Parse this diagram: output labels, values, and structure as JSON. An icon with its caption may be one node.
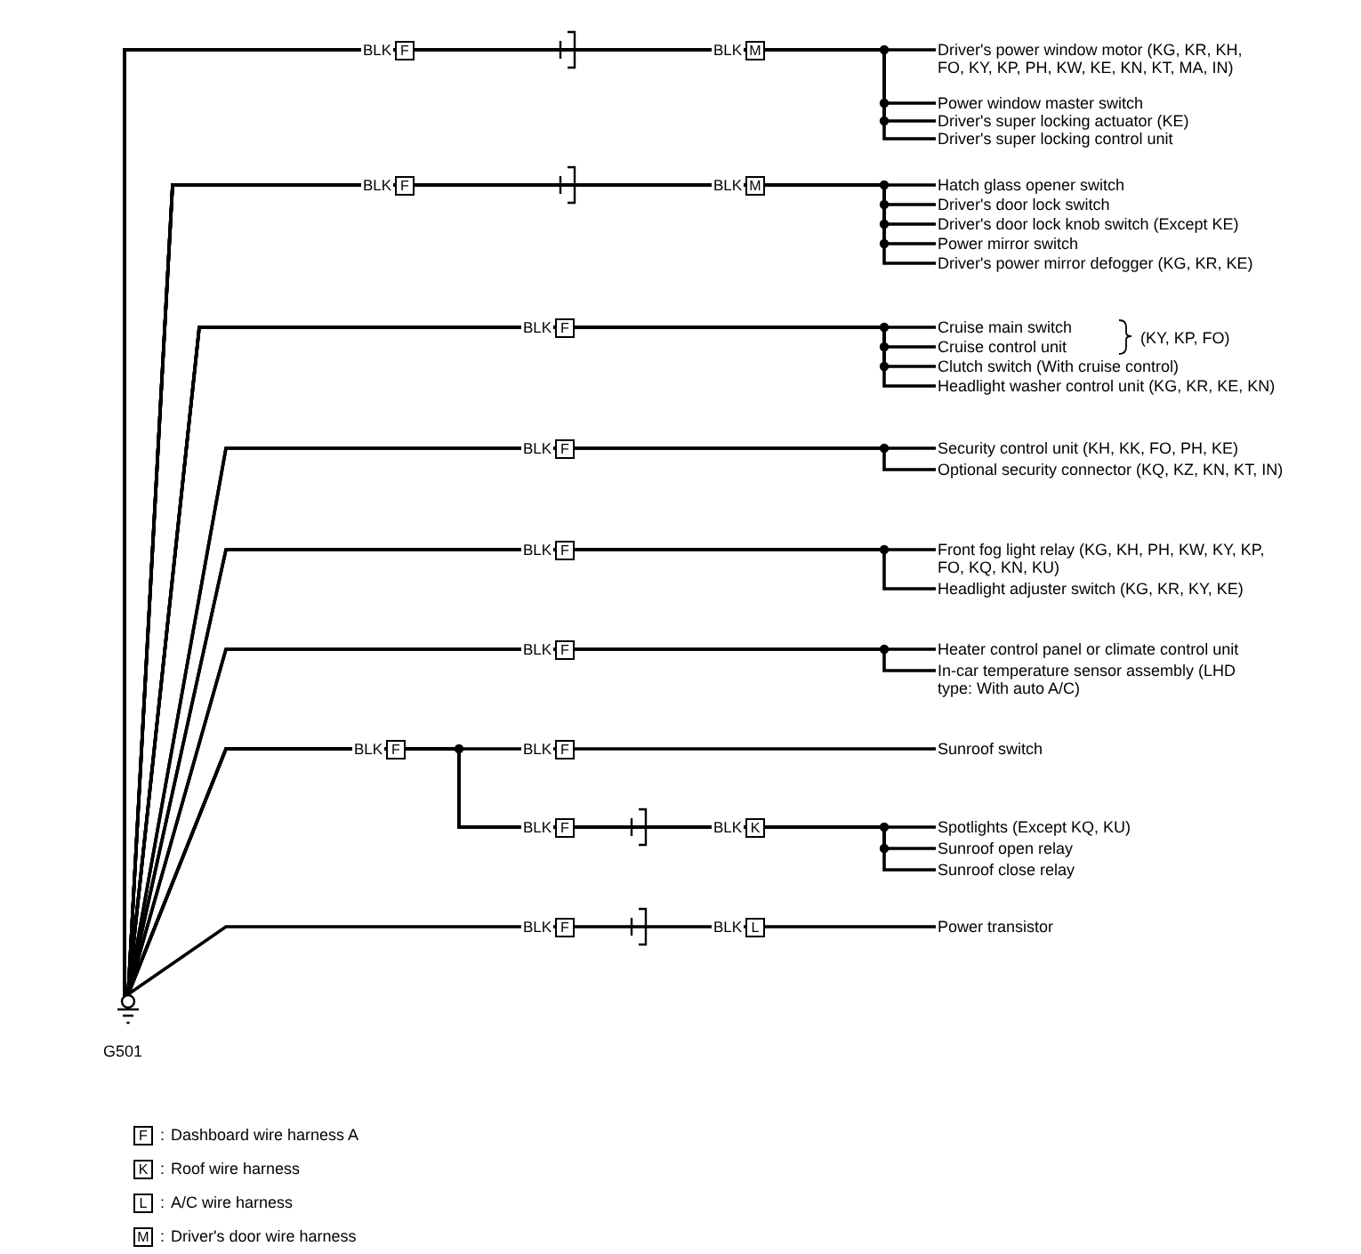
{
  "diagram": {
    "nodes": [
      {
        "text": [
          "Driver's power window motor (KG, KR, KH, FO, KY, KP, PH, KW, KE, KN, KT, MA, IN)"
        ]
      },
      {
        "text": [
          "Power window master switch"
        ]
      },
      {
        "text": [
          "Driver's super locking actuator (KE)"
        ]
      },
      {
        "text": [
          "Driver's super locking control unit"
        ]
      },
      {
        "text": [
          "Hatch glass opener switch"
        ]
      },
      {
        "text": [
          "Driver's door lock switch"
        ]
      },
      {
        "text": [
          "Driver's door lock knob switch (Except KE)"
        ]
      },
      {
        "text": [
          "Power mirror switch"
        ]
      },
      {
        "text": [
          "Driver's power mirror defogger (KG, KR, KE)"
        ]
      },
      {
        "text": [
          "Cruise main switch"
        ]
      },
      {
        "text": [
          "Cruise control unit"
        ]
      },
      {
        "text": [
          "Clutch switch (With cruise control)"
        ]
      },
      {
        "text": [
          "Headlight washer control unit (KG, KR, KE, KN)"
        ]
      },
      {
        "text": [
          "Security control unit (KH, KK, FO, PH, KE)"
        ]
      },
      {
        "text": [
          "Optional security connector (KQ, KZ, KN, KT, IN)"
        ]
      },
      {
        "text": [
          "Front fog light relay (KG, KH, PH, KW, KY, KP, FO, KQ, KN, KU)"
        ]
      },
      {
        "text": [
          "Headlight adjuster switch (KG, KR, KY, KE)"
        ]
      },
      {
        "text": [
          "Heater control panel or climate control unit"
        ]
      },
      {
        "text": [
          "In-car temperature sensor assembly (LHD type: With auto A/C)"
        ]
      },
      {
        "text": [
          "Sunroof switch"
        ]
      },
      {
        "text": [
          "Spotlights (Except KQ, KU)"
        ]
      },
      {
        "text": [
          "Sunroof open relay"
        ]
      },
      {
        "text": [
          "Sunroof close relay"
        ]
      },
      {
        "text": [
          "Power transistor"
        ]
      },
      {
        "text": [
          "G501"
        ]
      }
    ],
    "edges": [
      {
        "from": 24,
        "to": 0,
        "arrow": "none"
      },
      {
        "from": 24,
        "to": 1,
        "arrow": "none"
      },
      {
        "from": 24,
        "to": 2,
        "arrow": "none"
      },
      {
        "from": 24,
        "to": 3,
        "arrow": "none"
      },
      {
        "from": 24,
        "to": 4,
        "arrow": "none"
      },
      {
        "from": 24,
        "to": 5,
        "arrow": "none"
      },
      {
        "from": 24,
        "to": 6,
        "arrow": "none"
      },
      {
        "from": 24,
        "to": 7,
        "arrow": "none"
      },
      {
        "from": 24,
        "to": 8,
        "arrow": "none"
      },
      {
        "from": 24,
        "to": 9,
        "arrow": "none"
      },
      {
        "from": 24,
        "to": 10,
        "arrow": "none"
      },
      {
        "from": 24,
        "to": 11,
        "arrow": "none"
      },
      {
        "from": 24,
        "to": 12,
        "arrow": "none"
      },
      {
        "from": 24,
        "to": 13,
        "arrow": "none"
      },
      {
        "from": 24,
        "to": 14,
        "arrow": "none"
      },
      {
        "from": 24,
        "to": 15,
        "arrow": "none"
      },
      {
        "from": 24,
        "to": 16,
        "arrow": "none"
      },
      {
        "from": 24,
        "to": 17,
        "arrow": "none"
      },
      {
        "from": 24,
        "to": 18,
        "arrow": "none"
      },
      {
        "from": 24,
        "to": 19,
        "arrow": "none"
      },
      {
        "from": 24,
        "to": 20,
        "arrow": "none"
      },
      {
        "from": 24,
        "to": 21,
        "arrow": "none"
      },
      {
        "from": 24,
        "to": 22,
        "arrow": "none"
      },
      {
        "from": 24,
        "to": 23,
        "arrow": "none"
      }
    ],
    "labels": [
      "BLK",
      "F",
      "BLK",
      "M",
      "BLK",
      "F",
      "BLK",
      "M",
      "BLK",
      "F",
      "(KY, KP, FO)",
      "BLK",
      "F",
      "BLK",
      "F",
      "BLK",
      "F",
      "BLK",
      "F",
      "BLK",
      "F",
      "BLK",
      "F",
      "BLK",
      "K",
      "BLK",
      "F",
      "BLK",
      "L",
      "F",
      ":",
      "K",
      ":",
      "L",
      ":",
      "M",
      ":"
    ],
    "legend": [
      {
        "text": "Dashboard wire harness A"
      },
      {
        "text": "Roof wire harness"
      },
      {
        "text": "A/C wire harness"
      },
      {
        "text": "Driver's door wire harness"
      }
    ]
  }
}
